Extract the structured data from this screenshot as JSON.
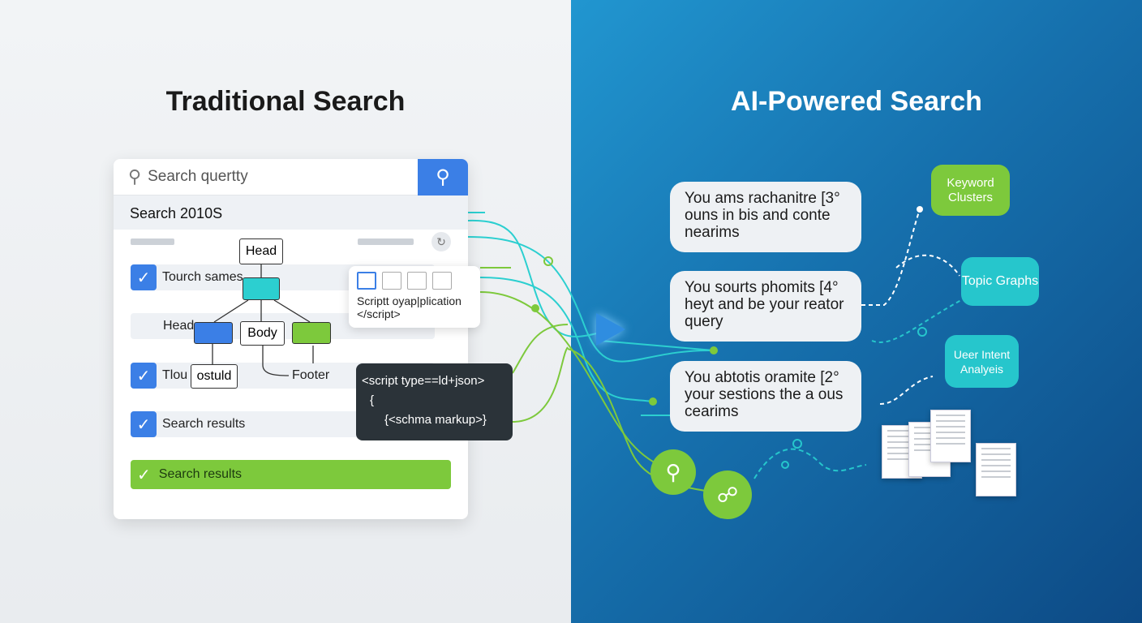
{
  "left": {
    "title": "Traditional Search",
    "search": {
      "placeholder": "Search quertty"
    },
    "subheader": "Search 2010S",
    "rows": [
      "Tourch sames",
      "Head",
      "Tlou",
      "Search results"
    ],
    "highlight_row": "Search results",
    "diagram": {
      "head": "Head",
      "body": "Body",
      "ostuld": "ostuld",
      "footer": "Footer"
    },
    "tooltip": {
      "line1": "Scriptt οyap|plication",
      "line2": "</script>"
    },
    "code": {
      "line1": "<script type==ld+json>",
      "line2": "{",
      "line3": "{<schma markup>}"
    }
  },
  "right": {
    "title": "AI-Powered Search",
    "bubbles": [
      "You ams rachanitre [3° ouns in bis and conte nearims",
      "You sourts phomits [4° heyt and be your reator query",
      "You abtotis oramite [2° your sestions the a ous cearims"
    ],
    "tags": {
      "keyword": "Keyword Clusters",
      "topic": "Topic Graphs",
      "intent": "Ueer Intent Analyeis"
    }
  },
  "colors": {
    "blue": "#3b7fe6",
    "green": "#7dc93c",
    "teal": "#26c6cc"
  }
}
